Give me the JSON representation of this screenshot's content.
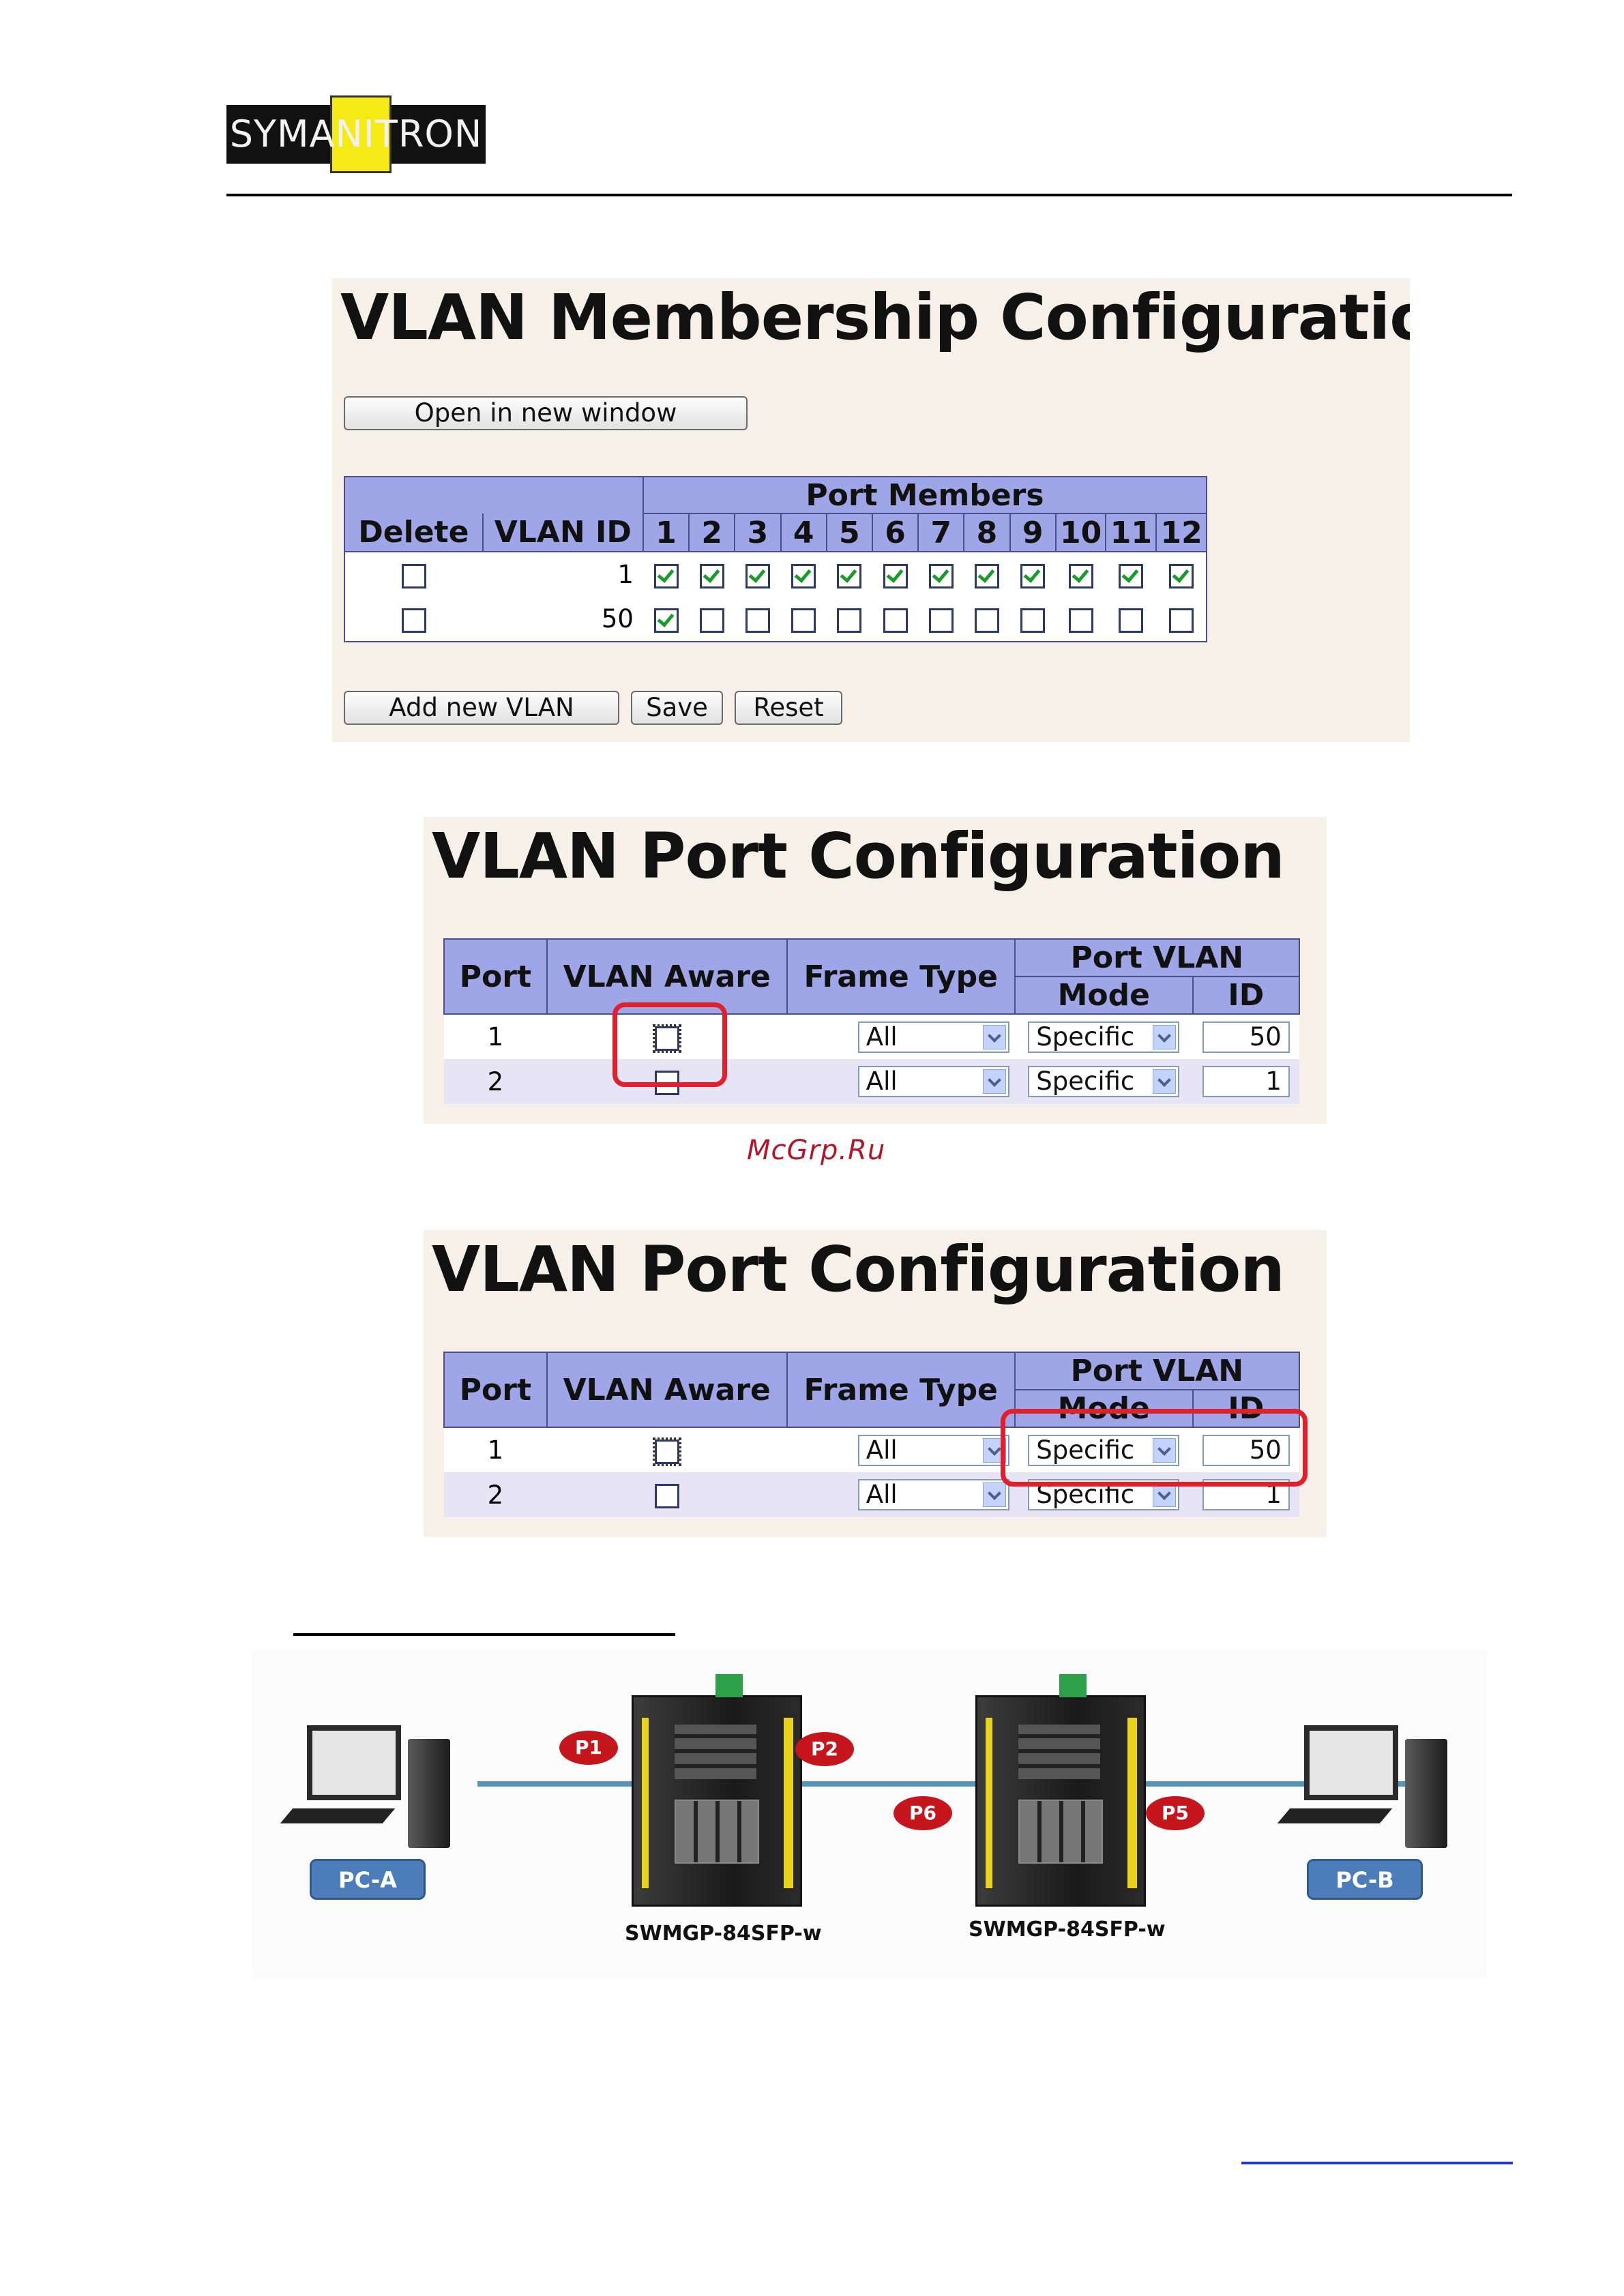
{
  "header": {
    "logo_text": "SYMANITRON"
  },
  "membership": {
    "title": "VLAN Membership Configuration",
    "open_window_label": "Open in new window",
    "headers": {
      "delete": "Delete",
      "vlan_id": "VLAN ID",
      "port_members": "Port Members"
    },
    "ports": [
      "1",
      "2",
      "3",
      "4",
      "5",
      "6",
      "7",
      "8",
      "9",
      "10",
      "11",
      "12"
    ],
    "rows": [
      {
        "vlan_id": "1",
        "members": [
          true,
          true,
          true,
          true,
          true,
          true,
          true,
          true,
          true,
          true,
          true,
          true
        ]
      },
      {
        "vlan_id": "50",
        "members": [
          true,
          false,
          false,
          false,
          false,
          false,
          false,
          false,
          false,
          false,
          false,
          false
        ]
      }
    ],
    "add_label": "Add new VLAN",
    "save_label": "Save",
    "reset_label": "Reset"
  },
  "port_config_1": {
    "title": "VLAN Port Configuration",
    "headers": {
      "port": "Port",
      "vlan_aware": "VLAN Aware",
      "frame_type": "Frame Type",
      "port_vlan": "Port VLAN",
      "mode": "Mode",
      "id": "ID"
    },
    "rows": [
      {
        "port": "1",
        "frame_type": "All",
        "mode": "Specific",
        "id": "50"
      },
      {
        "port": "2",
        "frame_type": "All",
        "mode": "Specific",
        "id": "1"
      }
    ]
  },
  "watermark": "McGrp.Ru",
  "port_config_2": {
    "title": "VLAN Port Configuration",
    "headers": {
      "port": "Port",
      "vlan_aware": "VLAN Aware",
      "frame_type": "Frame Type",
      "port_vlan": "Port VLAN",
      "mode": "Mode",
      "id": "ID"
    },
    "rows": [
      {
        "port": "1",
        "frame_type": "All",
        "mode": "Specific",
        "id": "50"
      },
      {
        "port": "2",
        "frame_type": "All",
        "mode": "Specific",
        "id": "1"
      }
    ]
  },
  "diagram": {
    "pc_a": "PC-A",
    "pc_b": "PC-B",
    "p1": "P1",
    "p2": "P2",
    "p6": "P6",
    "p5": "P5",
    "switch_left": "SWMGP-84SFP-w",
    "switch_right": "SWMGP-84SFP-w",
    "colors": {
      "cable": "#5c96b6",
      "badge": "#c4161c",
      "pc_label": "#4d7db8"
    }
  }
}
